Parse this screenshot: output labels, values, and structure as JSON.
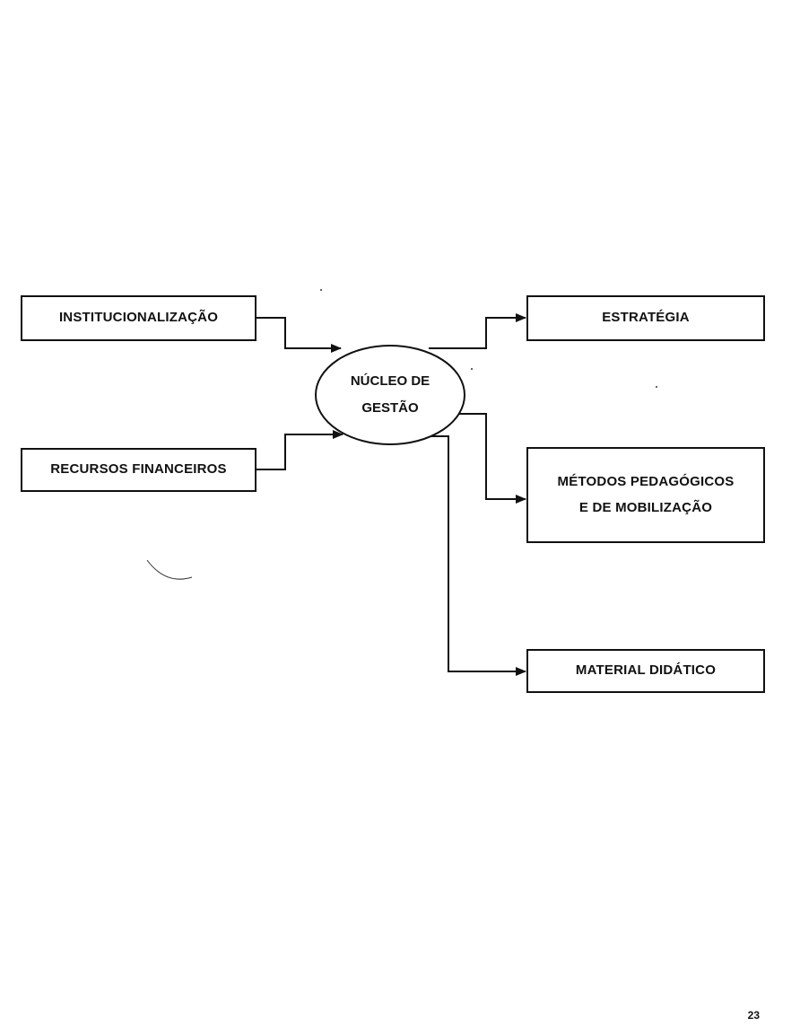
{
  "diagram": {
    "inputs": [
      {
        "id": "institucionalizacao",
        "label": "INSTITUCIONALIZAÇÃO"
      },
      {
        "id": "recursos_financeiros",
        "label": "RECURSOS FINANCEIROS"
      }
    ],
    "core": {
      "line1": "NÚCLEO DE",
      "line2": "GESTÃO"
    },
    "outputs": [
      {
        "id": "estrategia",
        "label": "ESTRATÉGIA"
      },
      {
        "id": "metodos",
        "line1": "MÉTODOS PEDAGÓGICOS",
        "line2": "E DE MOBILIZAÇÃO"
      },
      {
        "id": "material",
        "label": "MATERIAL DIDÁTICO"
      }
    ]
  },
  "page": {
    "number": "23"
  }
}
